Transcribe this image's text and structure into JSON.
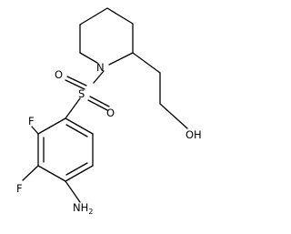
{
  "molecule": {
    "atoms": {
      "N": "N",
      "S": "S",
      "O1": "O",
      "O2": "O",
      "OH": "OH",
      "F1": "F",
      "F2": "F",
      "NH2": "NH",
      "NH2_sub": "2"
    },
    "colors": {
      "bond": "#000000",
      "label": "#000000",
      "background": "#ffffff"
    }
  }
}
